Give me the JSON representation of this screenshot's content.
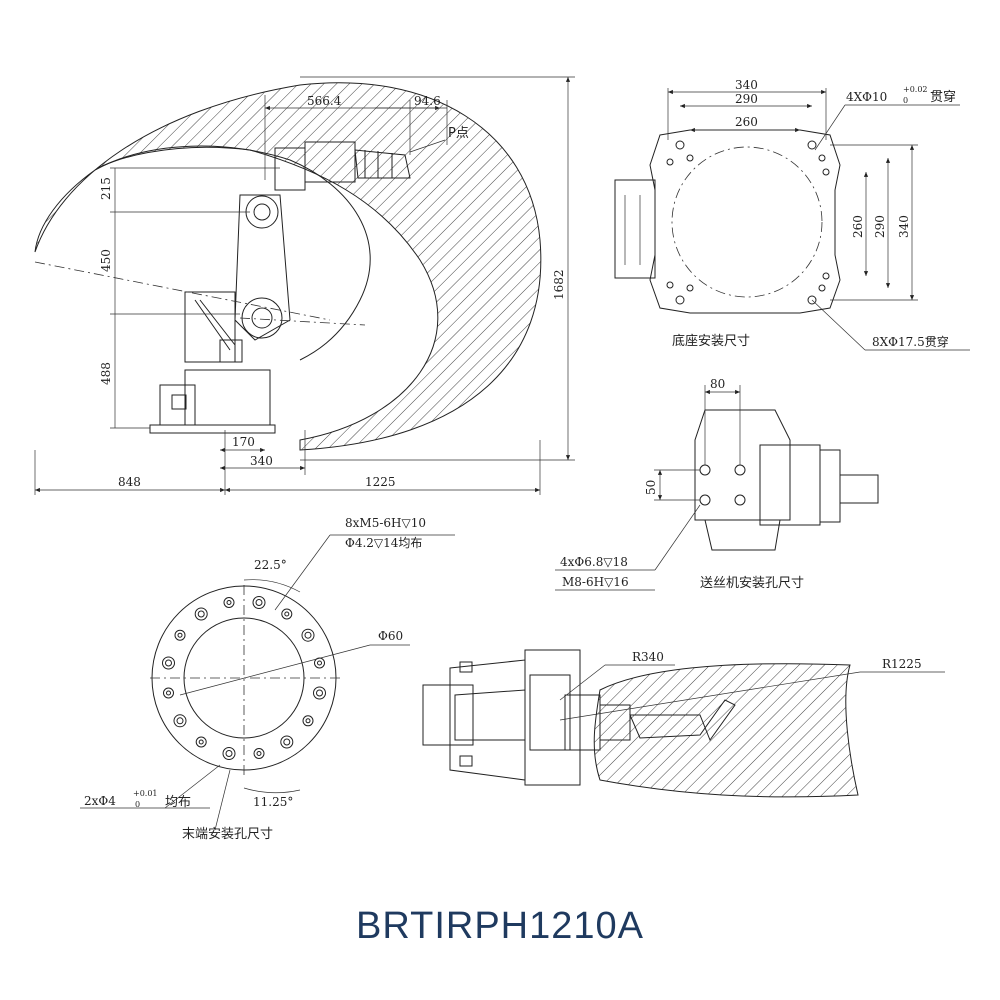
{
  "title": "BRTIRPH1210A",
  "colors": {
    "title": "#1f3a5f",
    "line": "#222222"
  },
  "side_view": {
    "dims": {
      "reach_top": "566.4",
      "wrist": "94.6",
      "p_point": "P点",
      "d215": "215",
      "d450": "450",
      "d488": "488",
      "d1682": "1682",
      "d170": "170",
      "d340": "340",
      "d848": "848",
      "d1225": "1225"
    }
  },
  "base_view": {
    "caption": "底座安装尺寸",
    "dims": {
      "w340": "340",
      "w290": "290",
      "w260": "260",
      "h260": "260",
      "h290": "290",
      "h340": "340",
      "holes4": "4XΦ10",
      "tol_up": "+0.02",
      "tol_lo": "0",
      "through": "贯穿",
      "holes8": "8XΦ17.5贯穿"
    }
  },
  "feeder_view": {
    "caption": "送丝机安装孔尺寸",
    "dims": {
      "d80": "80",
      "d50": "50",
      "holes1": "4xΦ6.8▽18",
      "holes2": "M8-6H▽16"
    }
  },
  "flange_view": {
    "caption": "末端安装孔尺寸",
    "dims": {
      "holes1": "8xM5-6H▽10",
      "holes2": "Φ4.2▽14均布",
      "angle1": "22.5°",
      "dia": "Φ60",
      "pin": "2xΦ4",
      "pin_up": "+0.01",
      "pin_lo": "0",
      "pin_tail": "均布",
      "angle2": "11.25°"
    }
  },
  "top_view": {
    "dims": {
      "r340": "R340",
      "r1225": "R1225"
    }
  }
}
